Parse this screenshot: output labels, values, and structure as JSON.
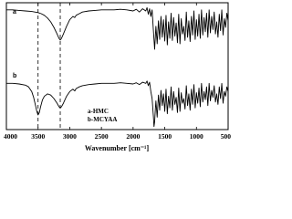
{
  "chart_data": {
    "type": "line",
    "xlabel": "Wavenumber [cm⁻¹]",
    "ylabel": "",
    "xlim": [
      4000,
      500
    ],
    "x_reversed": true,
    "y_ticks_shown": false,
    "x_ticks": [
      4000,
      3500,
      3000,
      2500,
      2000,
      1500,
      1000,
      500
    ],
    "x_tick_labels": [
      "4000",
      "3500",
      "3000",
      "2500",
      "2000",
      "1500",
      "1000",
      "500"
    ],
    "reference_lines": [
      3500,
      3150
    ],
    "reference_line_style": "dashed",
    "curve_labels": [
      "a",
      "b"
    ],
    "legend": [
      "a-HMC",
      "b-MCYAA"
    ],
    "legend_position": "bottom-center",
    "series": [
      {
        "name": "a-HMC",
        "label": "a",
        "offset": 1.0,
        "x": [
          4000,
          3900,
          3800,
          3700,
          3600,
          3550,
          3500,
          3450,
          3400,
          3350,
          3300,
          3250,
          3200,
          3170,
          3150,
          3130,
          3100,
          3050,
          3000,
          2950,
          2920,
          2900,
          2850,
          2800,
          2700,
          2600,
          2500,
          2400,
          2300,
          2200,
          2100,
          2000,
          1950,
          1900,
          1850,
          1800,
          1780,
          1760,
          1740,
          1720,
          1700,
          1680,
          1660,
          1640,
          1620,
          1600,
          1580,
          1560,
          1540,
          1520,
          1500,
          1480,
          1460,
          1440,
          1420,
          1400,
          1380,
          1360,
          1340,
          1320,
          1300,
          1280,
          1260,
          1240,
          1220,
          1200,
          1180,
          1160,
          1140,
          1120,
          1100,
          1080,
          1060,
          1040,
          1020,
          1000,
          980,
          960,
          940,
          920,
          900,
          880,
          860,
          840,
          820,
          800,
          780,
          760,
          740,
          720,
          700,
          680,
          660,
          640,
          620,
          600,
          580,
          560,
          540,
          520,
          500
        ],
        "y": [
          0.92,
          0.92,
          0.91,
          0.9,
          0.89,
          0.88,
          0.87,
          0.85,
          0.82,
          0.77,
          0.7,
          0.6,
          0.48,
          0.4,
          0.37,
          0.4,
          0.48,
          0.62,
          0.74,
          0.8,
          0.78,
          0.82,
          0.85,
          0.88,
          0.9,
          0.91,
          0.92,
          0.92,
          0.92,
          0.93,
          0.92,
          0.9,
          0.93,
          0.88,
          0.94,
          0.9,
          0.96,
          0.84,
          0.94,
          0.8,
          0.92,
          0.55,
          0.2,
          0.62,
          0.3,
          0.72,
          0.38,
          0.8,
          0.42,
          0.74,
          0.35,
          0.82,
          0.28,
          0.7,
          0.4,
          0.86,
          0.36,
          0.78,
          0.44,
          0.68,
          0.32,
          0.84,
          0.3,
          0.76,
          0.48,
          0.62,
          0.36,
          0.88,
          0.42,
          0.72,
          0.34,
          0.8,
          0.46,
          0.9,
          0.38,
          0.74,
          0.44,
          0.84,
          0.4,
          0.92,
          0.46,
          0.78,
          0.52,
          0.86,
          0.42,
          0.92,
          0.5,
          0.8,
          0.56,
          0.88,
          0.48,
          0.7,
          0.42,
          0.84,
          0.54,
          0.92,
          0.46,
          0.76,
          0.6,
          0.86,
          0.72
        ]
      },
      {
        "name": "b-MCYAA",
        "label": "b",
        "offset": 0.0,
        "x": [
          4000,
          3900,
          3800,
          3700,
          3650,
          3600,
          3570,
          3540,
          3520,
          3500,
          3480,
          3460,
          3430,
          3400,
          3350,
          3300,
          3250,
          3200,
          3170,
          3150,
          3130,
          3100,
          3050,
          3000,
          2950,
          2920,
          2900,
          2850,
          2800,
          2700,
          2600,
          2500,
          2400,
          2300,
          2200,
          2100,
          2000,
          1950,
          1900,
          1850,
          1800,
          1780,
          1760,
          1740,
          1720,
          1700,
          1680,
          1670,
          1660,
          1650,
          1640,
          1620,
          1600,
          1580,
          1560,
          1540,
          1520,
          1500,
          1480,
          1460,
          1440,
          1420,
          1400,
          1380,
          1360,
          1340,
          1320,
          1300,
          1280,
          1260,
          1240,
          1220,
          1200,
          1180,
          1160,
          1140,
          1120,
          1100,
          1080,
          1060,
          1040,
          1020,
          1000,
          980,
          960,
          940,
          920,
          900,
          880,
          860,
          840,
          820,
          800,
          780,
          760,
          740,
          720,
          700,
          680,
          660,
          640,
          620,
          600,
          580,
          560,
          540,
          520,
          500
        ],
        "y": [
          0.76,
          0.76,
          0.75,
          0.73,
          0.7,
          0.62,
          0.52,
          0.38,
          0.28,
          0.22,
          0.26,
          0.36,
          0.48,
          0.54,
          0.58,
          0.56,
          0.5,
          0.42,
          0.36,
          0.34,
          0.36,
          0.42,
          0.54,
          0.62,
          0.66,
          0.63,
          0.67,
          0.7,
          0.72,
          0.74,
          0.75,
          0.76,
          0.76,
          0.76,
          0.77,
          0.76,
          0.75,
          0.77,
          0.74,
          0.78,
          0.76,
          0.8,
          0.72,
          0.78,
          0.62,
          0.5,
          0.2,
          0.02,
          0.1,
          0.3,
          0.46,
          0.18,
          0.56,
          0.3,
          0.64,
          0.38,
          0.58,
          0.28,
          0.66,
          0.24,
          0.54,
          0.34,
          0.7,
          0.3,
          0.62,
          0.4,
          0.52,
          0.26,
          0.68,
          0.28,
          0.6,
          0.42,
          0.5,
          0.32,
          0.72,
          0.38,
          0.58,
          0.3,
          0.66,
          0.4,
          0.74,
          0.34,
          0.6,
          0.42,
          0.68,
          0.36,
          0.76,
          0.44,
          0.62,
          0.48,
          0.7,
          0.38,
          0.76,
          0.46,
          0.64,
          0.52,
          0.72,
          0.44,
          0.58,
          0.4,
          0.7,
          0.5,
          0.76,
          0.42,
          0.62,
          0.54,
          0.7,
          0.62
        ]
      }
    ]
  }
}
